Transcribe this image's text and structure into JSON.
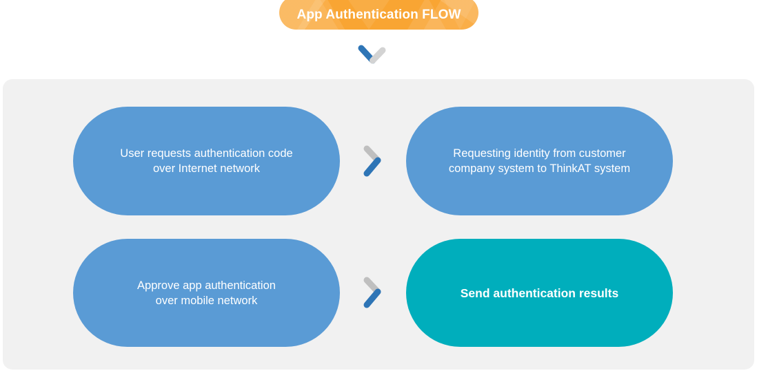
{
  "header": {
    "title": "App Authentication FLOW",
    "pill_color": "#f9a533",
    "title_color": "#ffffff"
  },
  "down_arrow": {
    "icon": "chevron-down-icon",
    "left_stroke_color": "#2e75b6",
    "right_stroke_color": "#d0d0d0"
  },
  "panel": {
    "background_color": "#f1f1f1"
  },
  "flow": {
    "steps": [
      {
        "id": "step-1",
        "label": "User requests authentication code\nover Internet network",
        "color": "#5a9bd5",
        "bold": false,
        "row": 1,
        "column": 1
      },
      {
        "id": "step-2",
        "label": "Requesting identity from customer\ncompany system to ThinkAT system",
        "color": "#5a9bd5",
        "bold": false,
        "row": 1,
        "column": 2
      },
      {
        "id": "step-3",
        "label": "Approve app authentication\nover mobile network",
        "color": "#5a9bd5",
        "bold": false,
        "row": 2,
        "column": 1
      },
      {
        "id": "step-4",
        "label": "Send authentication results",
        "color": "#00aebc",
        "bold": true,
        "row": 2,
        "column": 2
      }
    ],
    "connectors": [
      {
        "id": "chevron-row-1",
        "icon": "chevron-right-icon",
        "upper_stroke_color": "#bfbfbf",
        "lower_stroke_color": "#2e75b6"
      },
      {
        "id": "chevron-row-2",
        "icon": "chevron-right-icon",
        "upper_stroke_color": "#bfbfbf",
        "lower_stroke_color": "#2e75b6"
      }
    ]
  }
}
